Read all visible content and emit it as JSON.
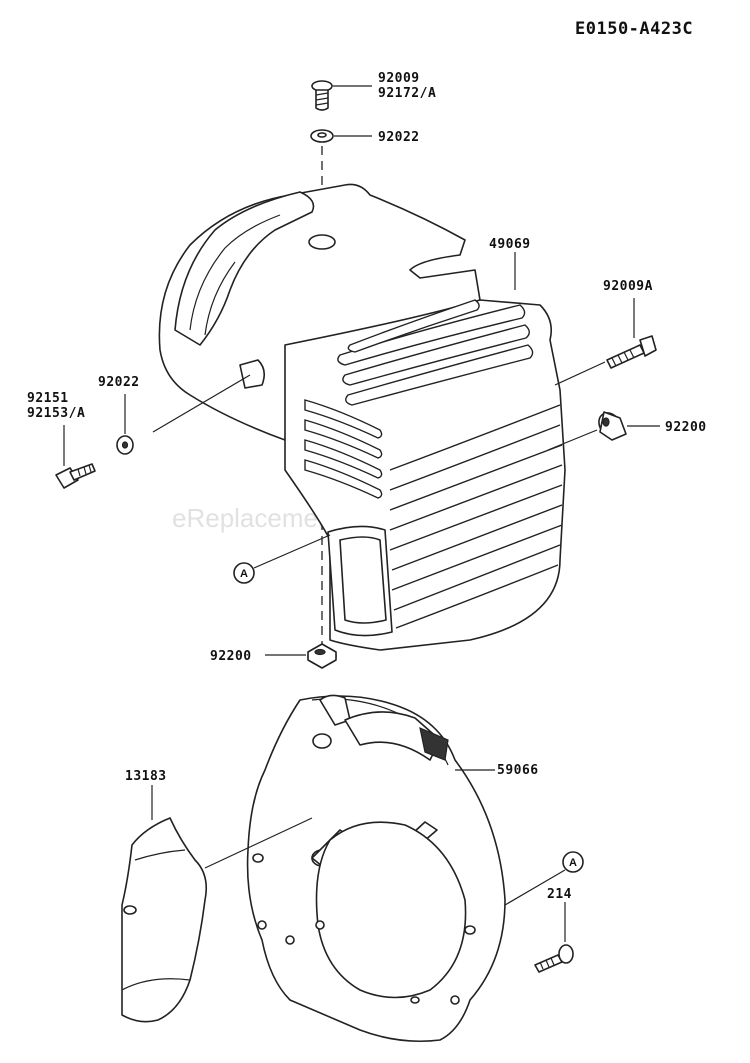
{
  "diagram": {
    "code": "E0150-A423C",
    "watermark": "eReplacementParts.com",
    "callouts": {
      "c92009": "92009",
      "c92172": "92172/A",
      "c92022_top": "92022",
      "c49069": "49069",
      "c92009A": "92009A",
      "c92022_left": "92022",
      "c92151": "92151",
      "c92153": "92153/A",
      "c92200_right": "92200",
      "c92200_bottom": "92200",
      "c59066": "59066",
      "c13183": "13183",
      "c214": "214"
    },
    "ref_marks": {
      "a1": "A",
      "a2": "A"
    }
  }
}
